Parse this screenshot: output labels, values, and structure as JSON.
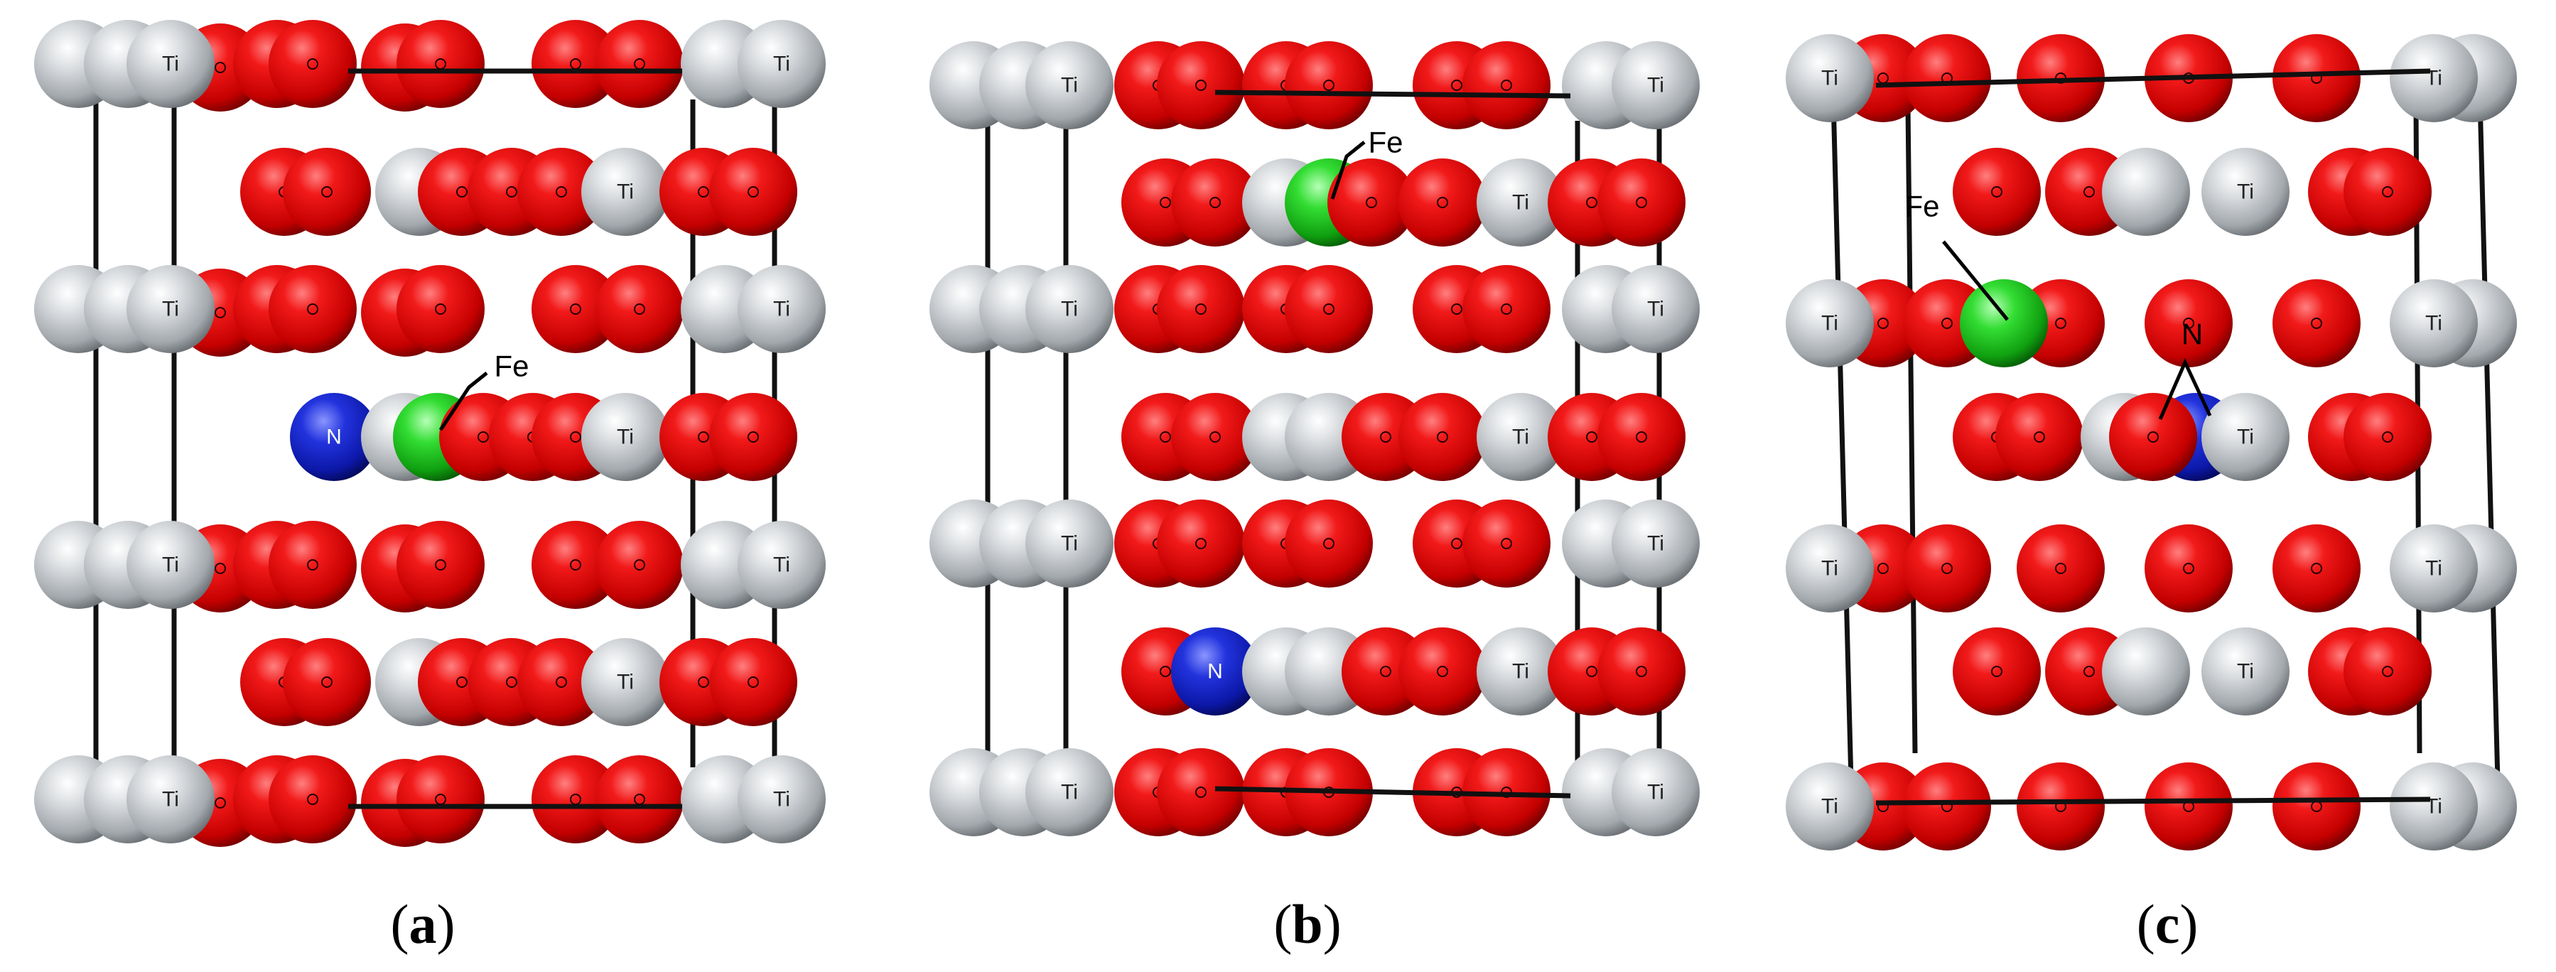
{
  "figure": {
    "panels": [
      {
        "id": "a",
        "caption": {
          "open": "(",
          "letter": "a",
          "close": ")"
        },
        "callouts": [
          {
            "text": "Fe"
          }
        ]
      },
      {
        "id": "b",
        "caption": {
          "open": "(",
          "letter": "b",
          "close": ")"
        },
        "callouts": [
          {
            "text": "Fe"
          }
        ]
      },
      {
        "id": "c",
        "caption": {
          "open": "(",
          "letter": "c",
          "close": ")"
        },
        "callouts": [
          {
            "text": "Fe"
          },
          {
            "text": "N"
          }
        ]
      }
    ],
    "atom_labels": {
      "ti": "Ti",
      "n": "N"
    },
    "colors": {
      "oxygen": "#e01010",
      "titanium": "#c4c8cc",
      "iron": "#22cc22",
      "nitrogen": "#1020c8",
      "cell_edge": "#111111"
    },
    "icons": {
      "oxygen": "red-sphere",
      "titanium": "grey-sphere",
      "iron": "green-sphere",
      "nitrogen": "blue-sphere"
    }
  }
}
